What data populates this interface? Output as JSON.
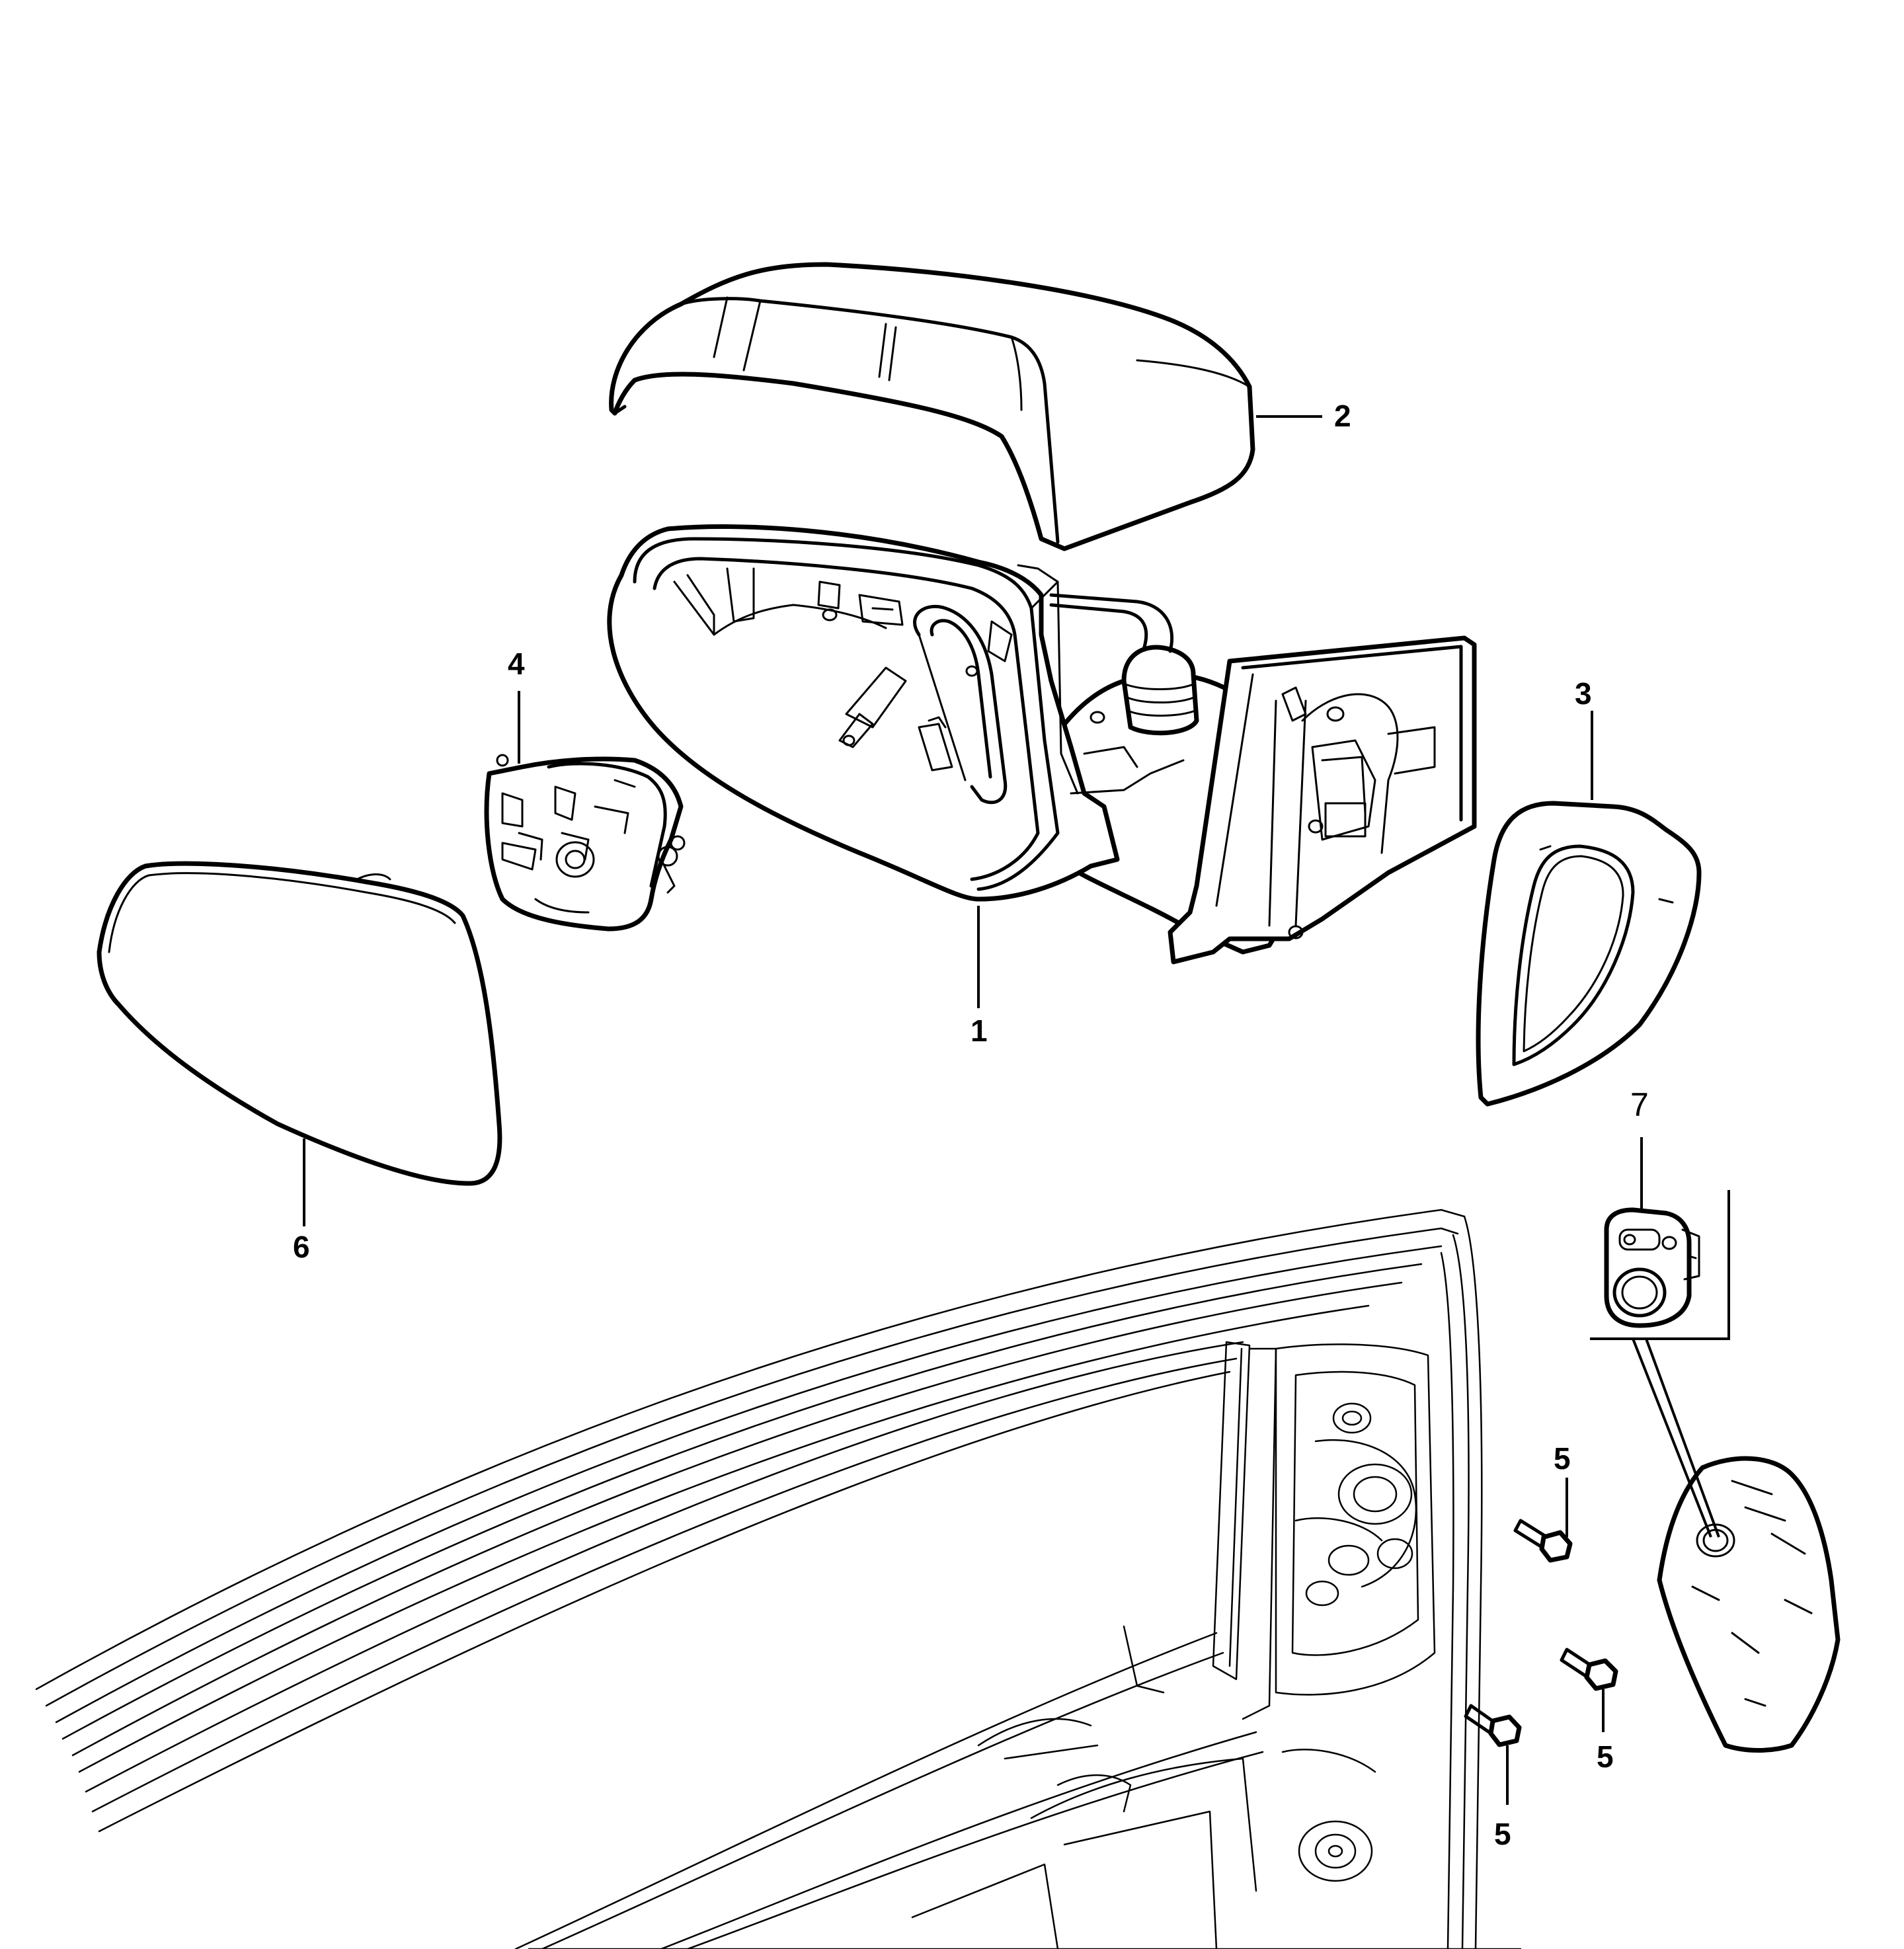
{
  "diagram": {
    "callouts": {
      "c1": "1",
      "c2": "2",
      "c3": "3",
      "c4": "4",
      "c5a": "5",
      "c5b": "5",
      "c5c": "5",
      "c6": "6",
      "c7": "7"
    },
    "colors": {
      "line": "#000000",
      "background": "#ffffff"
    }
  }
}
